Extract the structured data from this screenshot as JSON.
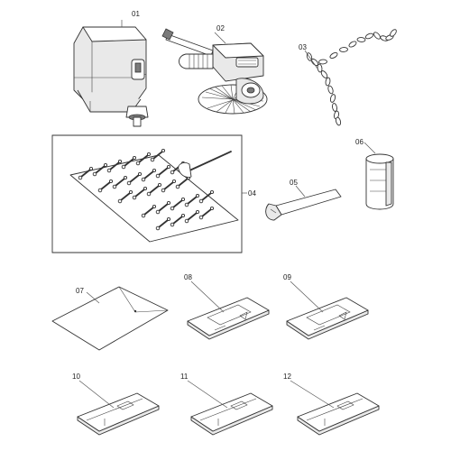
{
  "parts": [
    {
      "id": "part-01",
      "number": "01"
    },
    {
      "id": "part-02",
      "number": "02"
    },
    {
      "id": "part-03",
      "number": "03"
    },
    {
      "id": "part-04",
      "number": "04"
    },
    {
      "id": "part-05",
      "number": "05"
    },
    {
      "id": "part-06",
      "number": "06"
    },
    {
      "id": "part-07",
      "number": "07"
    },
    {
      "id": "part-08",
      "number": "08"
    },
    {
      "id": "part-09",
      "number": "09"
    },
    {
      "id": "part-10",
      "number": "10"
    },
    {
      "id": "part-11",
      "number": "11"
    },
    {
      "id": "part-12",
      "number": "12"
    }
  ]
}
